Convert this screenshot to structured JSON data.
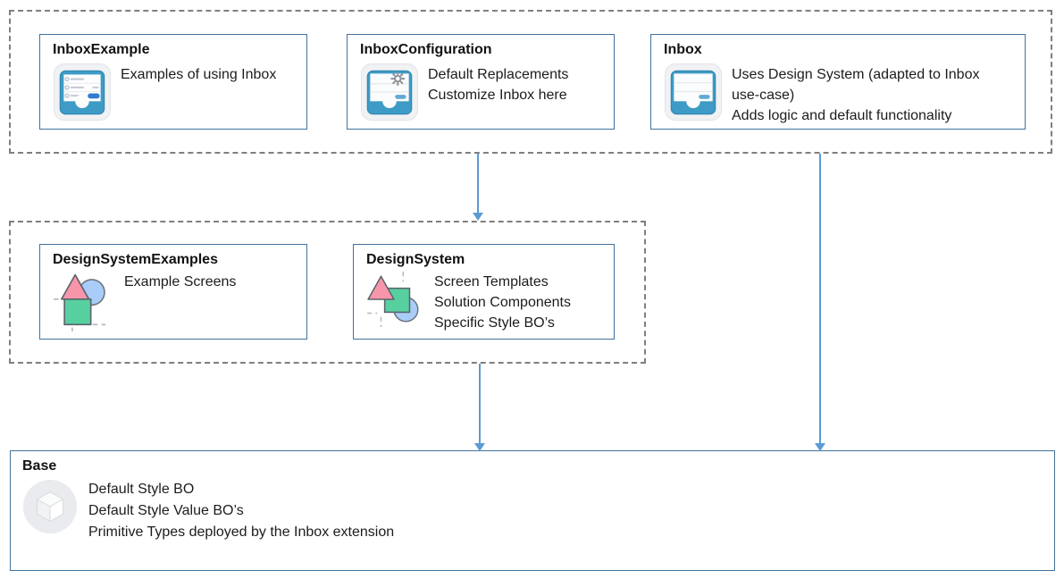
{
  "cards": {
    "inbox_example": {
      "title": "InboxExample",
      "icon": "inbox-list-icon",
      "lines": [
        "Examples of using Inbox"
      ]
    },
    "inbox_configuration": {
      "title": "InboxConfiguration",
      "icon": "inbox-gear-icon",
      "lines": [
        "Default Replacements",
        "Customize Inbox here"
      ]
    },
    "inbox": {
      "title": "Inbox",
      "icon": "inbox-tray-icon",
      "lines": [
        "Uses Design System (adapted to Inbox use-case)",
        "Adds logic and default functionality"
      ]
    },
    "design_system_examples": {
      "title": "DesignSystemExamples",
      "icon": "design-shapes-icon",
      "lines": [
        "Example Screens"
      ]
    },
    "design_system": {
      "title": "DesignSystem",
      "icon": "design-shapes-icon",
      "lines": [
        "Screen Templates",
        "Solution Components",
        "Specific Style BO’s"
      ]
    },
    "base": {
      "title": "Base",
      "icon": "cube-icon",
      "lines": [
        "Default Style BO",
        "Default Style Value BO’s",
        "Primitive Types deployed by the Inbox extension"
      ]
    }
  },
  "arrows": [
    {
      "from": "InboxConfiguration",
      "to": "DesignSystem"
    },
    {
      "from": "Inbox",
      "to": "Base"
    },
    {
      "from": "DesignSystem",
      "to": "Base"
    }
  ],
  "colors": {
    "card_border": "#41719c",
    "group_border": "#7f7f7f",
    "arrow": "#5b9bd5",
    "inbox_blue": "#3d9bc5",
    "pill_dark_blue": "#2e7dd1",
    "pill_light_blue": "#62a9d4",
    "shape_pink": "#f796aa",
    "shape_green": "#57d0a0",
    "shape_blue": "#a9cdf8",
    "base_circle": "#e9ebee"
  }
}
